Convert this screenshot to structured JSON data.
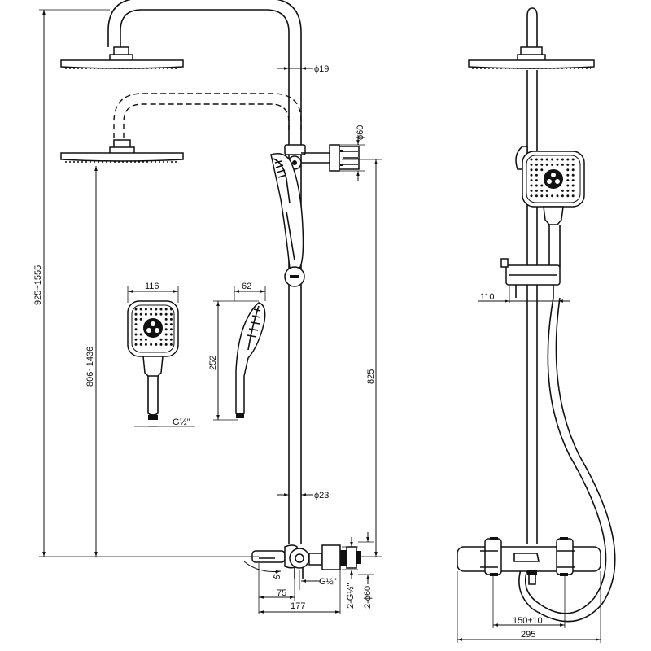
{
  "dimensions": {
    "pipe_upper_diameter": "ϕ19",
    "pipe_lower_diameter": "ϕ23",
    "bracket_diameter": "ϕ60",
    "height_total": "925~1555",
    "head_height": "806~1436",
    "handheld_height": "825",
    "handset_width": "116",
    "handset_depth": "62",
    "handset_length": "252",
    "handset_thread": "G½\"",
    "tilt_angle": "5°",
    "inlet_thread": "G½\"",
    "inlet_thread_count": "2-G½\"",
    "inlet_diameter_count": "2-ϕ60",
    "spout_offset": "75",
    "projection": "177",
    "wall_offset": "110",
    "center_distance": "150±10",
    "overall_width": "295"
  }
}
